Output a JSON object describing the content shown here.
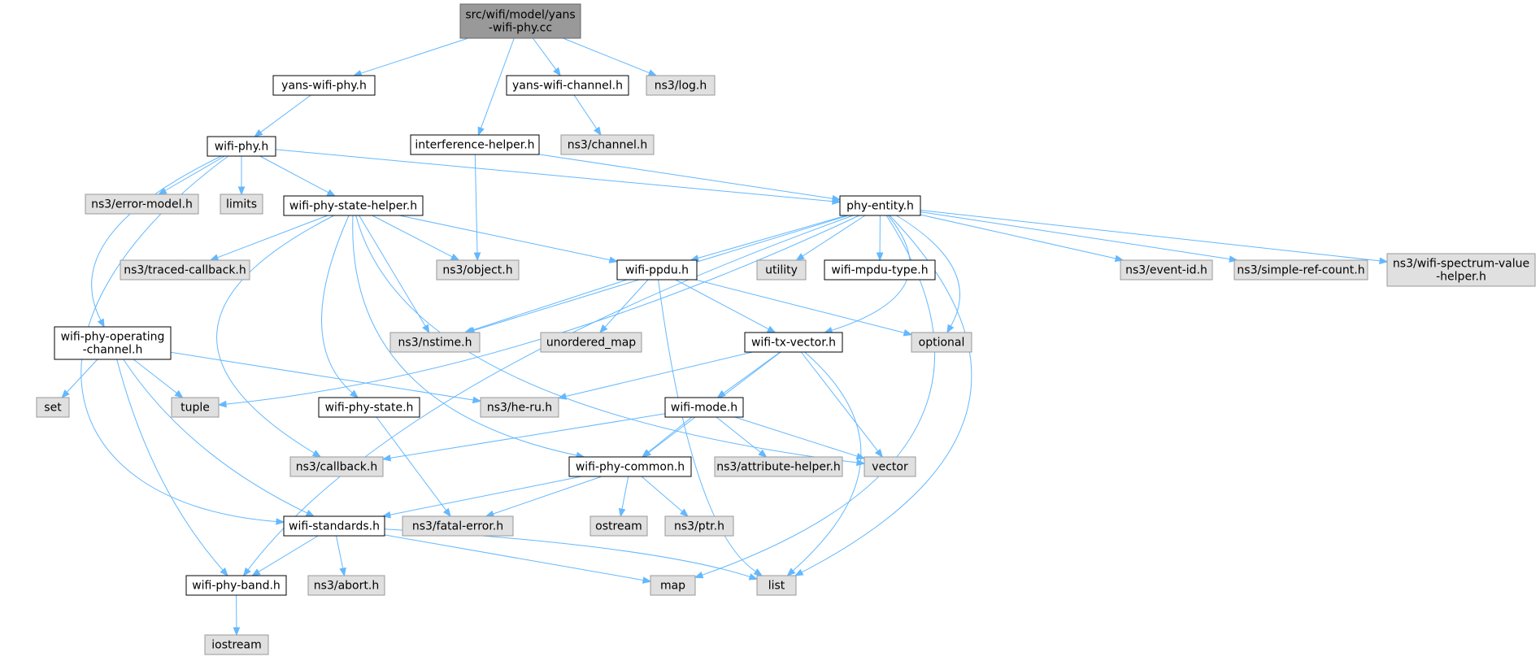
{
  "colors": {
    "root_fill": "#999999",
    "root_stroke": "#666666",
    "local_fill": "#ffffff",
    "local_stroke": "#000000",
    "external_fill": "#e0e0e0",
    "external_stroke": "#999999",
    "edge": "#63b8ff"
  },
  "nodes": [
    {
      "id": "root",
      "kind": "root",
      "lines": [
        "src/wifi/model/yans",
        "-wifi-phy.cc"
      ]
    },
    {
      "id": "yans-wifi-phy-h",
      "kind": "local",
      "lines": [
        "yans-wifi-phy.h"
      ]
    },
    {
      "id": "interference-helper-h",
      "kind": "local",
      "lines": [
        "interference-helper.h"
      ]
    },
    {
      "id": "yans-wifi-channel-h",
      "kind": "local",
      "lines": [
        "yans-wifi-channel.h"
      ]
    },
    {
      "id": "ns3-log-h",
      "kind": "external",
      "lines": [
        "ns3/log.h"
      ]
    },
    {
      "id": "ns3-channel-h",
      "kind": "external",
      "lines": [
        "ns3/channel.h"
      ]
    },
    {
      "id": "wifi-phy-h",
      "kind": "local",
      "lines": [
        "wifi-phy.h"
      ]
    },
    {
      "id": "ns3-error-model-h",
      "kind": "external",
      "lines": [
        "ns3/error-model.h"
      ]
    },
    {
      "id": "limits",
      "kind": "external",
      "lines": [
        "limits"
      ]
    },
    {
      "id": "wifi-phy-state-helper-h",
      "kind": "local",
      "lines": [
        "wifi-phy-state-helper.h"
      ]
    },
    {
      "id": "phy-entity-h",
      "kind": "local",
      "lines": [
        "phy-entity.h"
      ]
    },
    {
      "id": "ns3-traced-callback-h",
      "kind": "external",
      "lines": [
        "ns3/traced-callback.h"
      ]
    },
    {
      "id": "ns3-object-h",
      "kind": "external",
      "lines": [
        "ns3/object.h"
      ]
    },
    {
      "id": "wifi-ppdu-h",
      "kind": "local",
      "lines": [
        "wifi-ppdu.h"
      ]
    },
    {
      "id": "utility",
      "kind": "external",
      "lines": [
        "utility"
      ]
    },
    {
      "id": "wifi-mpdu-type-h",
      "kind": "local",
      "lines": [
        "wifi-mpdu-type.h"
      ]
    },
    {
      "id": "ns3-event-id-h",
      "kind": "external",
      "lines": [
        "ns3/event-id.h"
      ]
    },
    {
      "id": "ns3-simple-ref-count-h",
      "kind": "external",
      "lines": [
        "ns3/simple-ref-count.h"
      ]
    },
    {
      "id": "ns3-wifi-spectrum-value-helper-h",
      "kind": "external",
      "lines": [
        "ns3/wifi-spectrum-value",
        "-helper.h"
      ]
    },
    {
      "id": "wifi-phy-operating-channel-h",
      "kind": "local",
      "lines": [
        "wifi-phy-operating",
        "-channel.h"
      ]
    },
    {
      "id": "ns3-nstime-h",
      "kind": "external",
      "lines": [
        "ns3/nstime.h"
      ]
    },
    {
      "id": "unordered-map",
      "kind": "external",
      "lines": [
        "unordered_map"
      ]
    },
    {
      "id": "wifi-tx-vector-h",
      "kind": "local",
      "lines": [
        "wifi-tx-vector.h"
      ]
    },
    {
      "id": "optional",
      "kind": "external",
      "lines": [
        "optional"
      ]
    },
    {
      "id": "set",
      "kind": "external",
      "lines": [
        "set"
      ]
    },
    {
      "id": "tuple",
      "kind": "external",
      "lines": [
        "tuple"
      ]
    },
    {
      "id": "wifi-phy-state-h",
      "kind": "local",
      "lines": [
        "wifi-phy-state.h"
      ]
    },
    {
      "id": "ns3-he-ru-h",
      "kind": "external",
      "lines": [
        "ns3/he-ru.h"
      ]
    },
    {
      "id": "wifi-mode-h",
      "kind": "local",
      "lines": [
        "wifi-mode.h"
      ]
    },
    {
      "id": "ns3-callback-h",
      "kind": "external",
      "lines": [
        "ns3/callback.h"
      ]
    },
    {
      "id": "wifi-phy-common-h",
      "kind": "local",
      "lines": [
        "wifi-phy-common.h"
      ]
    },
    {
      "id": "ns3-attribute-helper-h",
      "kind": "external",
      "lines": [
        "ns3/attribute-helper.h"
      ]
    },
    {
      "id": "vector",
      "kind": "external",
      "lines": [
        "vector"
      ]
    },
    {
      "id": "wifi-standards-h",
      "kind": "local",
      "lines": [
        "wifi-standards.h"
      ]
    },
    {
      "id": "ns3-fatal-error-h",
      "kind": "external",
      "lines": [
        "ns3/fatal-error.h"
      ]
    },
    {
      "id": "ostream",
      "kind": "external",
      "lines": [
        "ostream"
      ]
    },
    {
      "id": "ns3-ptr-h",
      "kind": "external",
      "lines": [
        "ns3/ptr.h"
      ]
    },
    {
      "id": "wifi-phy-band-h",
      "kind": "local",
      "lines": [
        "wifi-phy-band.h"
      ]
    },
    {
      "id": "ns3-abort-h",
      "kind": "external",
      "lines": [
        "ns3/abort.h"
      ]
    },
    {
      "id": "map",
      "kind": "external",
      "lines": [
        "map"
      ]
    },
    {
      "id": "list",
      "kind": "external",
      "lines": [
        "list"
      ]
    },
    {
      "id": "iostream",
      "kind": "external",
      "lines": [
        "iostream"
      ]
    }
  ],
  "edges": [
    [
      "root",
      "yans-wifi-phy-h"
    ],
    [
      "root",
      "interference-helper-h"
    ],
    [
      "root",
      "yans-wifi-channel-h"
    ],
    [
      "root",
      "ns3-log-h"
    ],
    [
      "yans-wifi-phy-h",
      "wifi-phy-h"
    ],
    [
      "yans-wifi-channel-h",
      "ns3-channel-h"
    ],
    [
      "interference-helper-h",
      "ns3-object-h"
    ],
    [
      "interference-helper-h",
      "phy-entity-h"
    ],
    [
      "wifi-phy-h",
      "ns3-error-model-h"
    ],
    [
      "wifi-phy-h",
      "limits"
    ],
    [
      "wifi-phy-h",
      "wifi-phy-state-helper-h"
    ],
    [
      "wifi-phy-h",
      "phy-entity-h"
    ],
    [
      "wifi-phy-h",
      "wifi-phy-operating-channel-h"
    ],
    [
      "wifi-phy-h",
      "wifi-standards-h"
    ],
    [
      "wifi-phy-state-helper-h",
      "ns3-traced-callback-h"
    ],
    [
      "wifi-phy-state-helper-h",
      "ns3-object-h"
    ],
    [
      "wifi-phy-state-helper-h",
      "wifi-ppdu-h"
    ],
    [
      "wifi-phy-state-helper-h",
      "ns3-nstime-h"
    ],
    [
      "wifi-phy-state-helper-h",
      "ns3-callback-h"
    ],
    [
      "wifi-phy-state-helper-h",
      "wifi-phy-state-h"
    ],
    [
      "wifi-phy-state-helper-h",
      "wifi-phy-common-h"
    ],
    [
      "wifi-phy-state-helper-h",
      "vector"
    ],
    [
      "phy-entity-h",
      "wifi-ppdu-h"
    ],
    [
      "phy-entity-h",
      "utility"
    ],
    [
      "phy-entity-h",
      "wifi-mpdu-type-h"
    ],
    [
      "phy-entity-h",
      "ns3-event-id-h"
    ],
    [
      "phy-entity-h",
      "ns3-simple-ref-count-h"
    ],
    [
      "phy-entity-h",
      "ns3-wifi-spectrum-value-helper-h"
    ],
    [
      "phy-entity-h",
      "ns3-nstime-h"
    ],
    [
      "phy-entity-h",
      "wifi-tx-vector-h"
    ],
    [
      "phy-entity-h",
      "optional"
    ],
    [
      "phy-entity-h",
      "tuple"
    ],
    [
      "phy-entity-h",
      "wifi-phy-band-h"
    ],
    [
      "phy-entity-h",
      "map"
    ],
    [
      "phy-entity-h",
      "list"
    ],
    [
      "wifi-ppdu-h",
      "ns3-nstime-h"
    ],
    [
      "wifi-ppdu-h",
      "unordered-map"
    ],
    [
      "wifi-ppdu-h",
      "wifi-tx-vector-h"
    ],
    [
      "wifi-ppdu-h",
      "optional"
    ],
    [
      "wifi-ppdu-h",
      "list"
    ],
    [
      "wifi-phy-operating-channel-h",
      "set"
    ],
    [
      "wifi-phy-operating-channel-h",
      "tuple"
    ],
    [
      "wifi-phy-operating-channel-h",
      "ns3-he-ru-h"
    ],
    [
      "wifi-phy-operating-channel-h",
      "wifi-phy-band-h"
    ],
    [
      "wifi-phy-operating-channel-h",
      "wifi-standards-h"
    ],
    [
      "wifi-tx-vector-h",
      "ns3-he-ru-h"
    ],
    [
      "wifi-tx-vector-h",
      "wifi-mode-h"
    ],
    [
      "wifi-tx-vector-h",
      "wifi-phy-common-h"
    ],
    [
      "wifi-tx-vector-h",
      "vector"
    ],
    [
      "wifi-tx-vector-h",
      "list"
    ],
    [
      "wifi-mode-h",
      "ns3-callback-h"
    ],
    [
      "wifi-mode-h",
      "wifi-phy-common-h"
    ],
    [
      "wifi-mode-h",
      "ns3-attribute-helper-h"
    ],
    [
      "wifi-mode-h",
      "vector"
    ],
    [
      "wifi-phy-state-h",
      "ns3-fatal-error-h"
    ],
    [
      "wifi-phy-common-h",
      "wifi-standards-h"
    ],
    [
      "wifi-phy-common-h",
      "ns3-fatal-error-h"
    ],
    [
      "wifi-phy-common-h",
      "ostream"
    ],
    [
      "wifi-phy-common-h",
      "ns3-ptr-h"
    ],
    [
      "wifi-standards-h",
      "wifi-phy-band-h"
    ],
    [
      "wifi-standards-h",
      "ns3-abort-h"
    ],
    [
      "wifi-standards-h",
      "map"
    ],
    [
      "wifi-standards-h",
      "list"
    ],
    [
      "wifi-phy-band-h",
      "iostream"
    ]
  ]
}
